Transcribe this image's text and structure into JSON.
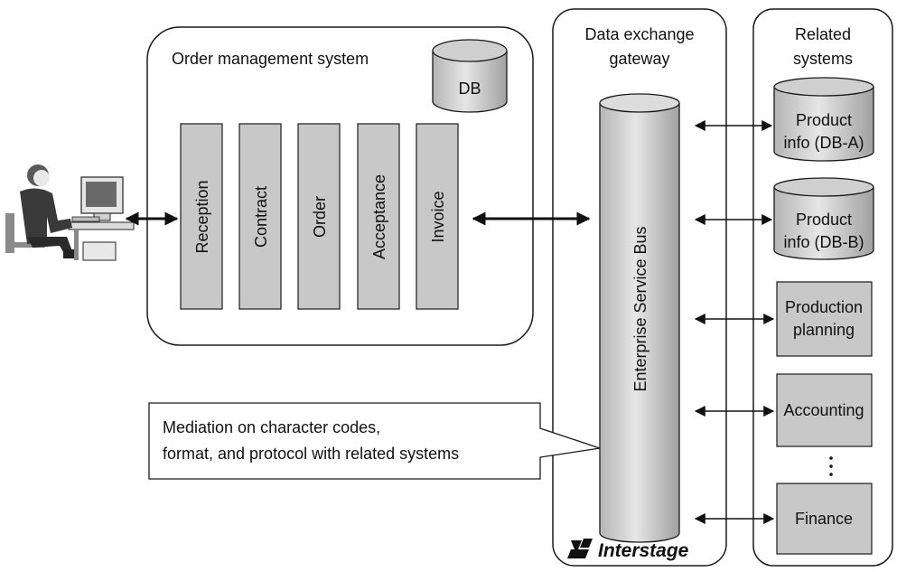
{
  "order_system": {
    "title": "Order management system",
    "db_label": "DB",
    "modules": [
      "Reception",
      "Contract",
      "Order",
      "Acceptance",
      "Invoice"
    ]
  },
  "gateway": {
    "title_line1": "Data exchange",
    "title_line2": "gateway",
    "bus_label": "Enterprise Service Bus",
    "brand": "Interstage",
    "brand_icon": "interstage-logo"
  },
  "related": {
    "title_line1": "Related",
    "title_line2": "systems",
    "db_a_line1": "Product",
    "db_a_line2": "info (DB-A)",
    "db_b_line1": "Product",
    "db_b_line2": "info (DB-B)",
    "prod_line1": "Production",
    "prod_line2": "planning",
    "accounting": "Accounting",
    "finance": "Finance"
  },
  "callout": {
    "line1": "Mediation on character codes,",
    "line2": "format, and protocol with related systems"
  },
  "colors": {
    "box_fill": "#c8c8c8",
    "stroke": "#1a1a1a",
    "background": "#ffffff"
  }
}
